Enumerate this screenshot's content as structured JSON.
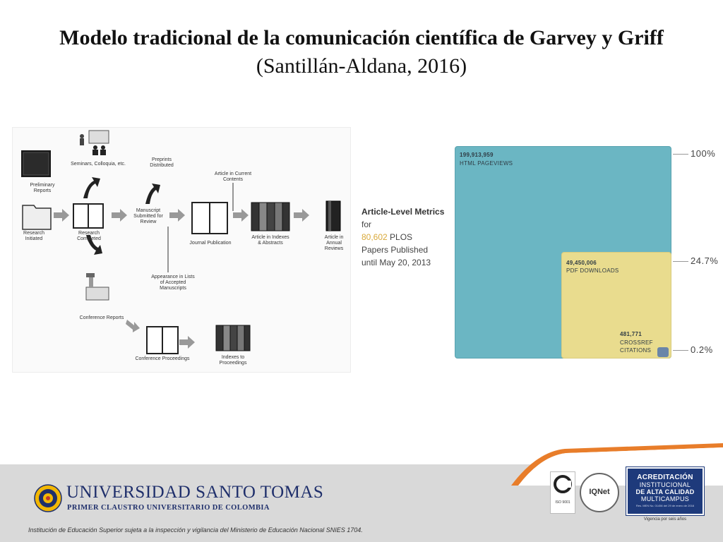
{
  "title": {
    "bold": "Modelo tradicional de la comunicación científica de Garvey y Griff",
    "citation": "(Santillán-Aldana, 2016)"
  },
  "flow_diagram": {
    "labels": {
      "preliminary_reports": "Preliminary Reports",
      "seminars": "Seminars, Colloquia, etc.",
      "research_initiated": "Research Initiated",
      "research_completed": "Research Completed",
      "preprints": "Preprints Distributed",
      "manuscript": "Manuscript Submitted for Review",
      "journal_publication": "Journal Publication",
      "article_current_contents": "Article in Current Contents",
      "article_indexes": "Article in Indexes & Abstracts",
      "article_annual_reviews": "Article in Annual Reviews",
      "appearance_lists": "Appearance in Lists of Accepted Manuscripts",
      "conference_reports": "Conference Reports",
      "conference_proceedings": "Conference Proceedings",
      "indexes_proceedings": "Indexes to Proceedings"
    }
  },
  "metrics": {
    "title_line1": "Article-Level Metrics",
    "title_line2": "for",
    "count": "80,602",
    "count_suffix": " PLOS",
    "title_line4": "Papers Published",
    "title_line5": "until May 20, 2013",
    "html_value": "199,913,959",
    "html_label": "HTML PAGEVIEWS",
    "pdf_value": "49,450,006",
    "pdf_label": "PDF DOWNLOADS",
    "crossref_value": "481,771",
    "crossref_label1": "CROSSREF",
    "crossref_label2": "CITATIONS",
    "pct_html": "100%",
    "pct_pdf": "24.7%",
    "pct_crossref": "0.2%",
    "colors": {
      "html": "#6bb6c3",
      "pdf": "#e9dc8e",
      "crossref": "#6b86a8",
      "accent": "#d9a93a"
    }
  },
  "footer": {
    "university_name": "UNIVERSIDAD SANTO TOMAS",
    "university_subtitle": "PRIMER CLAUSTRO UNIVERSITARIO DE COLOMBIA",
    "institution_note": "Institución de Educación Superior sujeta a la inspección y vigilancia del Ministerio de Educación Nacional SNIES 1704.",
    "iso_label": "ISO 9001",
    "iqnet_label": "IQNet",
    "accreditation_line1": "ACREDITACIÓN",
    "accreditation_line2": "INSTITUCIONAL",
    "accreditation_line3": "DE ALTA CALIDAD",
    "accreditation_line4": "MULTICAMPUS",
    "accreditation_resolution": "Res. MEN No. 01456 del 29 de enero de 2016",
    "validity": "Vigencia por seis años",
    "colors": {
      "navy": "#1f2f6b",
      "orange": "#e87d2a"
    }
  }
}
